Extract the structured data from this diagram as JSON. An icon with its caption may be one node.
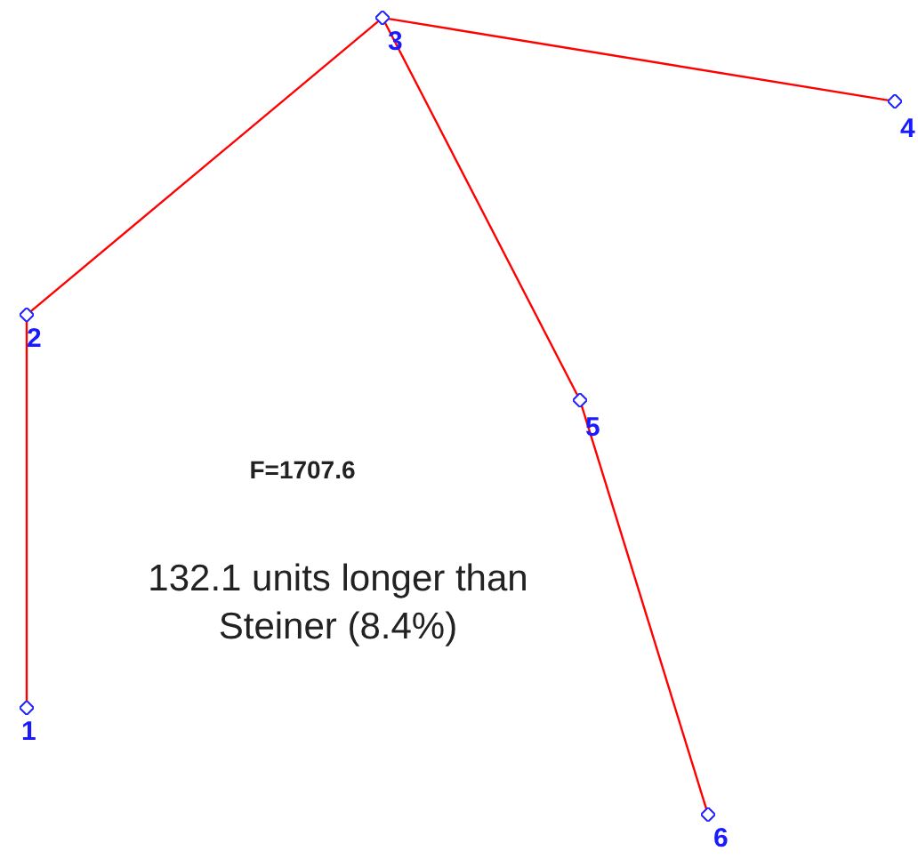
{
  "diagram": {
    "nodes": [
      {
        "text": [],
        "shape": "diamond",
        "beside": [
          "1"
        ]
      },
      {
        "text": [],
        "shape": "diamond",
        "beside": [
          "2"
        ]
      },
      {
        "text": [],
        "shape": "diamond",
        "beside": [
          "3"
        ]
      },
      {
        "text": [],
        "shape": "diamond",
        "beside": [
          "4"
        ]
      },
      {
        "text": [],
        "shape": "diamond",
        "beside": [
          "5"
        ]
      },
      {
        "text": [],
        "shape": "diamond",
        "beside": [
          "6"
        ]
      }
    ],
    "edges": [
      {
        "from": 0,
        "to": 1,
        "arrow": "none"
      },
      {
        "from": 1,
        "to": 2,
        "arrow": "none"
      },
      {
        "from": 2,
        "to": 3,
        "arrow": "none"
      },
      {
        "from": 2,
        "to": 4,
        "arrow": "none"
      },
      {
        "from": 4,
        "to": 5,
        "arrow": "none"
      }
    ],
    "labels": [
      "F=1707.6",
      "132.1 units longer than Steiner (8.4%)"
    ]
  }
}
